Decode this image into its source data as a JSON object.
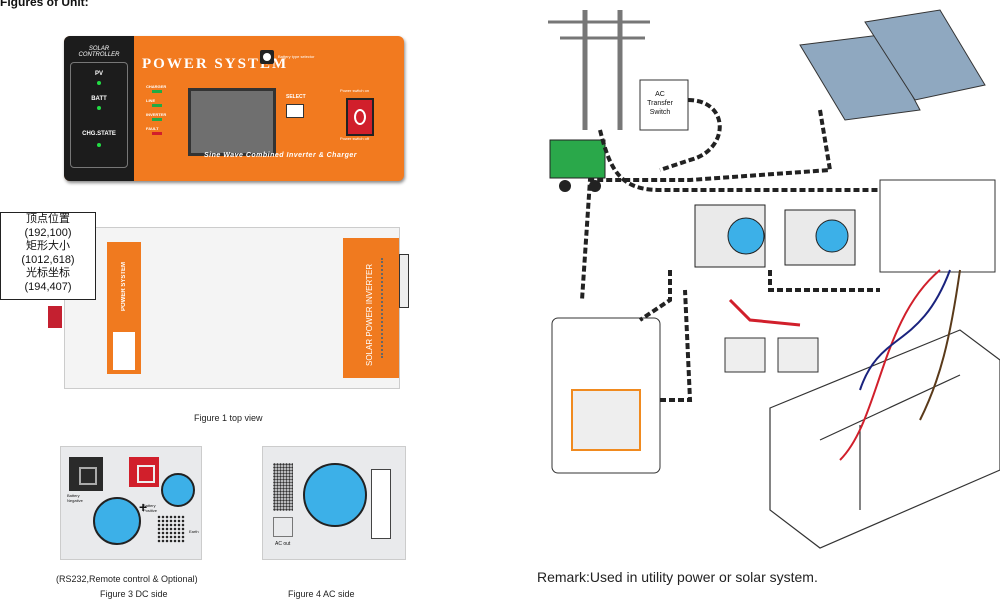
{
  "heading": "Figures of Unit:",
  "front_panel": {
    "title": "SOLAR CONTROLLER",
    "leds": [
      "PV",
      "BATT",
      "CHG.STATE"
    ],
    "brand": "POWER SYSTEM",
    "battery_type_label": "Battery type selector",
    "indicators": [
      "CHARGER",
      "LINE",
      "INVERTER",
      "FAULT"
    ],
    "select_label": "SELECT",
    "power_on_label": "Power switch on",
    "power_off_label": "Power switch off",
    "tagline": "Sine Wave Combined Inverter & Charger"
  },
  "top_view": {
    "brand": "POWER SYSTEM",
    "side_text": "SOLAR POWER INVERTER",
    "caption": "Figure 1 top view"
  },
  "overlay": {
    "line1": "顶点位置",
    "line2": "(192,100)",
    "line3": "矩形大小",
    "line4": "(1012,618)",
    "line5": "光标坐标",
    "line6": "(194,407)"
  },
  "dc_side": {
    "battery_neg": "Battery Negative",
    "battery_pos": "Battery Positive",
    "earth": "Earth",
    "remote_note": "(RS232,Remote control & Optional)",
    "caption": "Figure 3 DC side"
  },
  "ac_side": {
    "ac_out": "AC out",
    "caption": "Figure 4 AC side"
  },
  "diagram": {
    "ats_label": "AC Transfer Switch",
    "remark": "Remark:Used in utility power or solar system."
  }
}
